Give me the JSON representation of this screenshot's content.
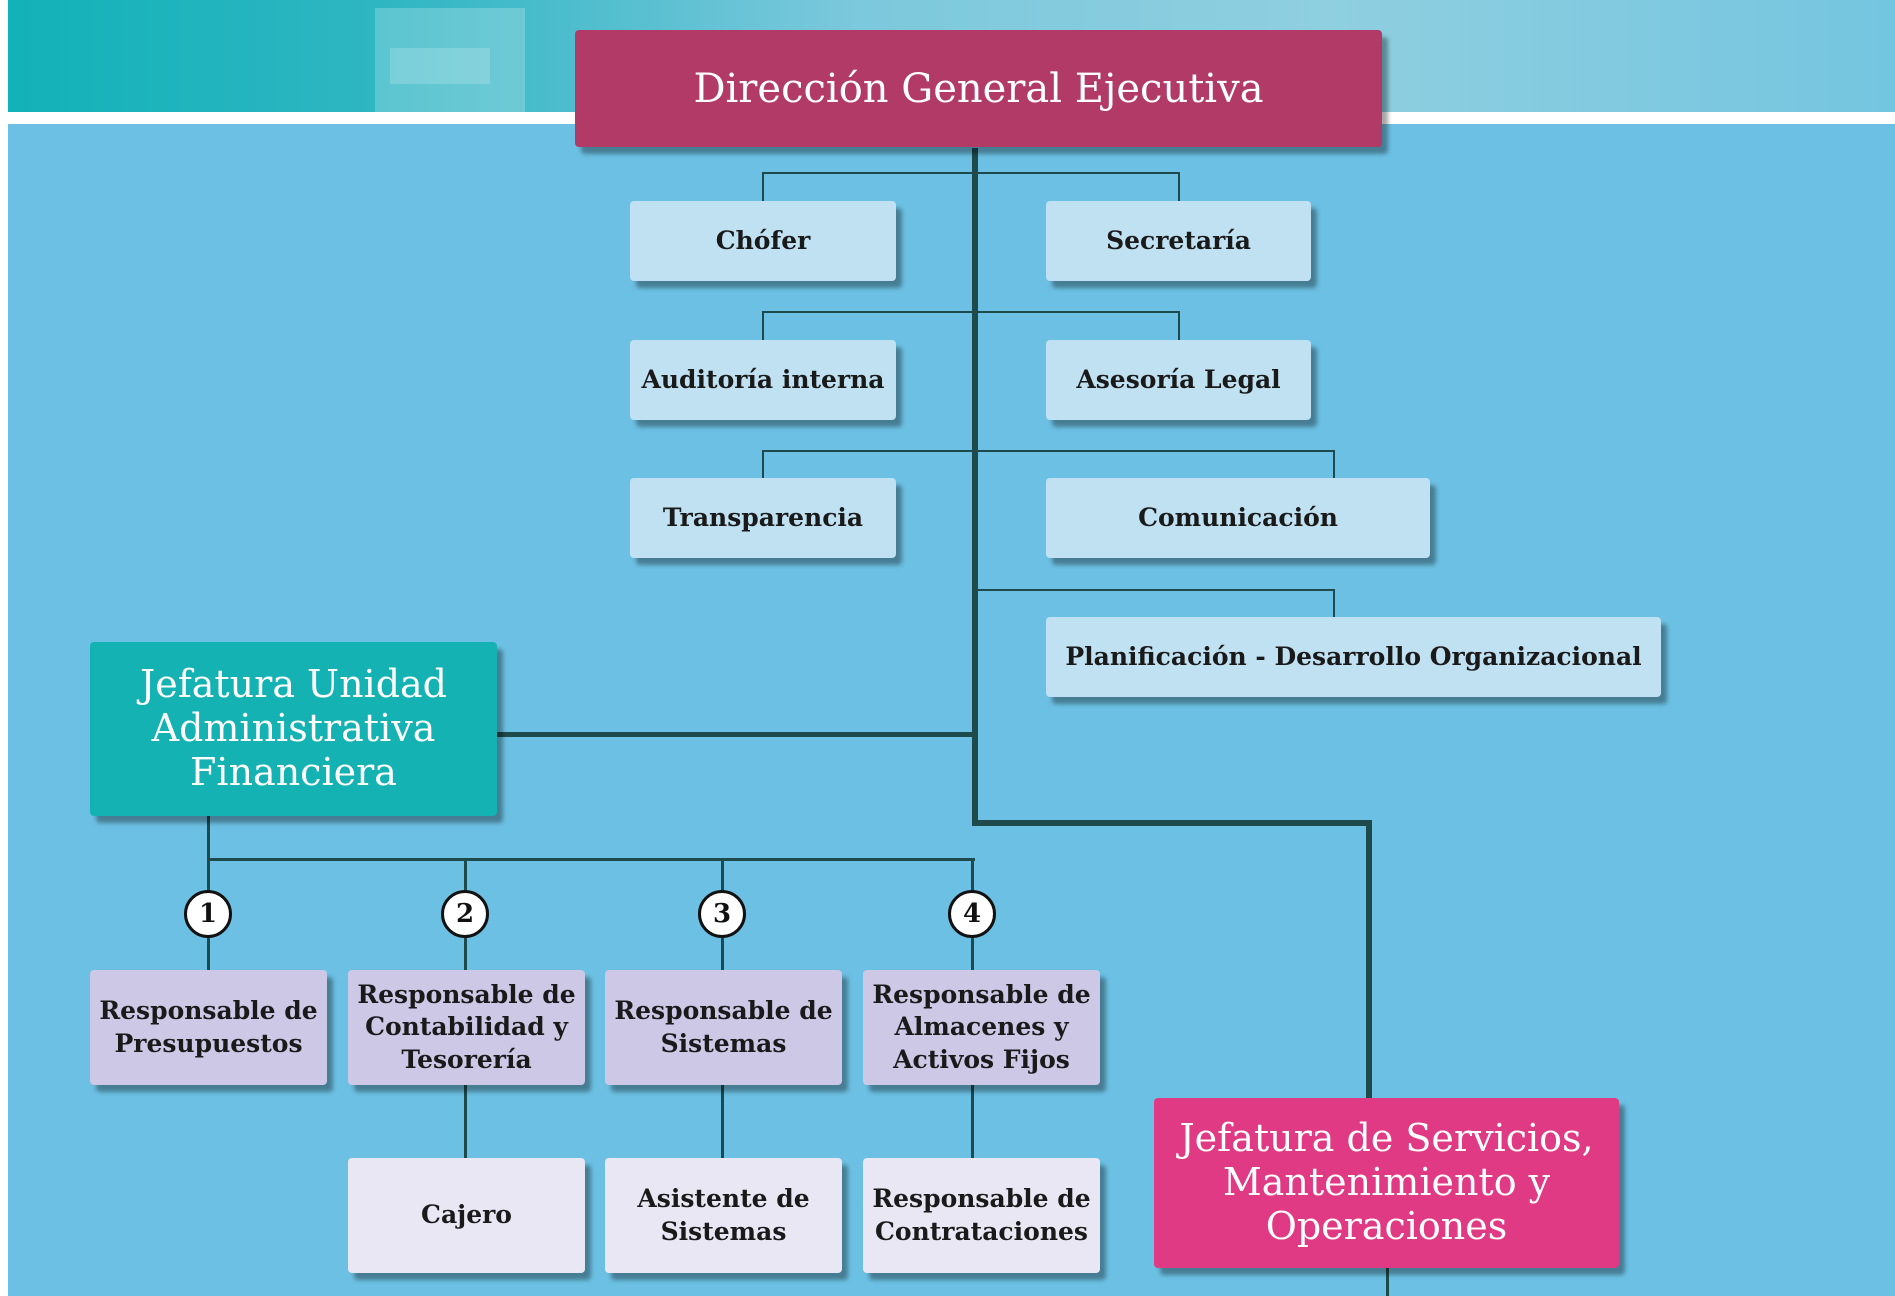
{
  "top": {
    "title": "Dirección General Ejecutiva"
  },
  "staff": {
    "chofer": "Chófer",
    "secretaria": "Secretaría",
    "auditoria": "Auditoría interna",
    "asesoria": "Asesoría Legal",
    "transparencia": "Transparencia",
    "comunicacion": "Comunicación",
    "planificacion": "Planificación - Desarrollo Organizacional"
  },
  "admin_unit": {
    "title": "Jefatura Unidad\nAdministrativa\nFinanciera",
    "numbers": [
      "1",
      "2",
      "3",
      "4"
    ],
    "responsables": [
      "Responsable de\nPresupuestos",
      "Responsable de\nContabilidad y\nTesorería",
      "Responsable de\nSistemas",
      "Responsable de\nAlmacenes y\nActivos Fijos"
    ],
    "sub": [
      "Cajero",
      "Asistente de\nSistemas",
      "Responsable de\nContrataciones"
    ]
  },
  "services_unit": {
    "title": "Jefatura de Servicios,\nMantenimiento y\nOperaciones"
  },
  "colors": {
    "background": "#6cc0e3",
    "director": "#b23a67",
    "admin": "#14b2b3",
    "services": "#e13a85",
    "staff_box": "#bfe1f2",
    "responsable_box": "#ccc8e6",
    "sub_box": "#e8e7f3",
    "connector": "#1f4a4c"
  }
}
